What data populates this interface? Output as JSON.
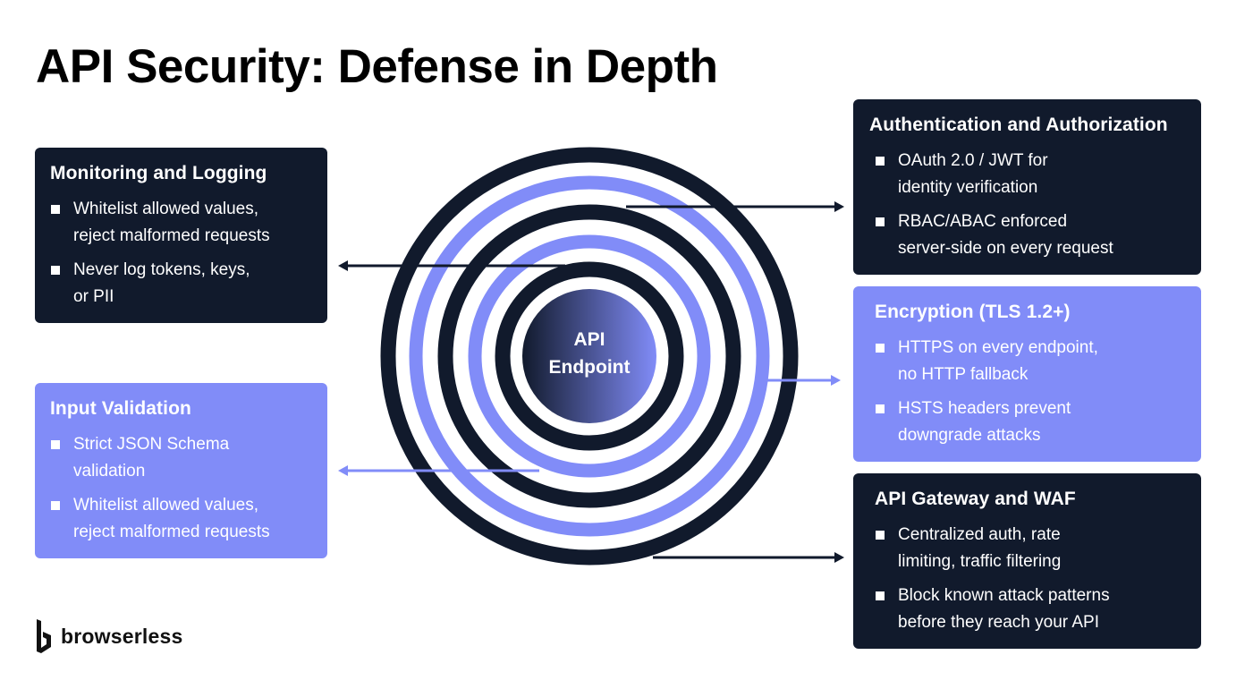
{
  "title": "API Security: Defense in Depth",
  "colors": {
    "dark": "#111a2c",
    "accent": "#818cf8",
    "core_gradient_start": "#111a2c",
    "core_gradient_end": "#818cf8",
    "text_on_card": "#ffffff"
  },
  "center": {
    "line1": "API",
    "line2": "Endpoint"
  },
  "rings": [
    {
      "order": 1,
      "color": "dark"
    },
    {
      "order": 2,
      "color": "accent"
    },
    {
      "order": 3,
      "color": "dark"
    },
    {
      "order": 4,
      "color": "accent"
    },
    {
      "order": 5,
      "color": "dark"
    }
  ],
  "cards": {
    "monitoring": {
      "title": "Monitoring and Logging",
      "style": "dark",
      "bullets": [
        "Whitelist allowed values, reject malformed requests",
        "Never log tokens, keys, or PII"
      ],
      "bullet_lines": [
        [
          "Whitelist allowed values,",
          "reject malformed requests"
        ],
        [
          "Never log tokens, keys,",
          "or PII"
        ]
      ]
    },
    "input": {
      "title": "Input Validation",
      "style": "light",
      "bullet_lines": [
        [
          "Strict JSON Schema",
          "validation"
        ],
        [
          "Whitelist allowed values,",
          "reject malformed requests"
        ]
      ]
    },
    "auth": {
      "title": "Authentication and Authorization",
      "style": "dark",
      "bullet_lines": [
        [
          "OAuth 2.0 / JWT for",
          "identity verification"
        ],
        [
          "RBAC/ABAC enforced",
          "server-side on every request"
        ]
      ]
    },
    "encryption": {
      "title": "Encryption (TLS 1.2+)",
      "style": "light",
      "bullet_lines": [
        [
          "HTTPS on every endpoint,",
          "no HTTP fallback"
        ],
        [
          "HSTS headers prevent",
          "downgrade attacks"
        ]
      ]
    },
    "gateway": {
      "title": "API Gateway and WAF",
      "style": "dark",
      "bullet_lines": [
        [
          "Centralized auth, rate",
          "limiting, traffic filtering"
        ],
        [
          "Block known attack patterns",
          "before they reach your API"
        ]
      ]
    }
  },
  "logo": {
    "text": "browserless",
    "icon": "browserless-b-icon"
  }
}
